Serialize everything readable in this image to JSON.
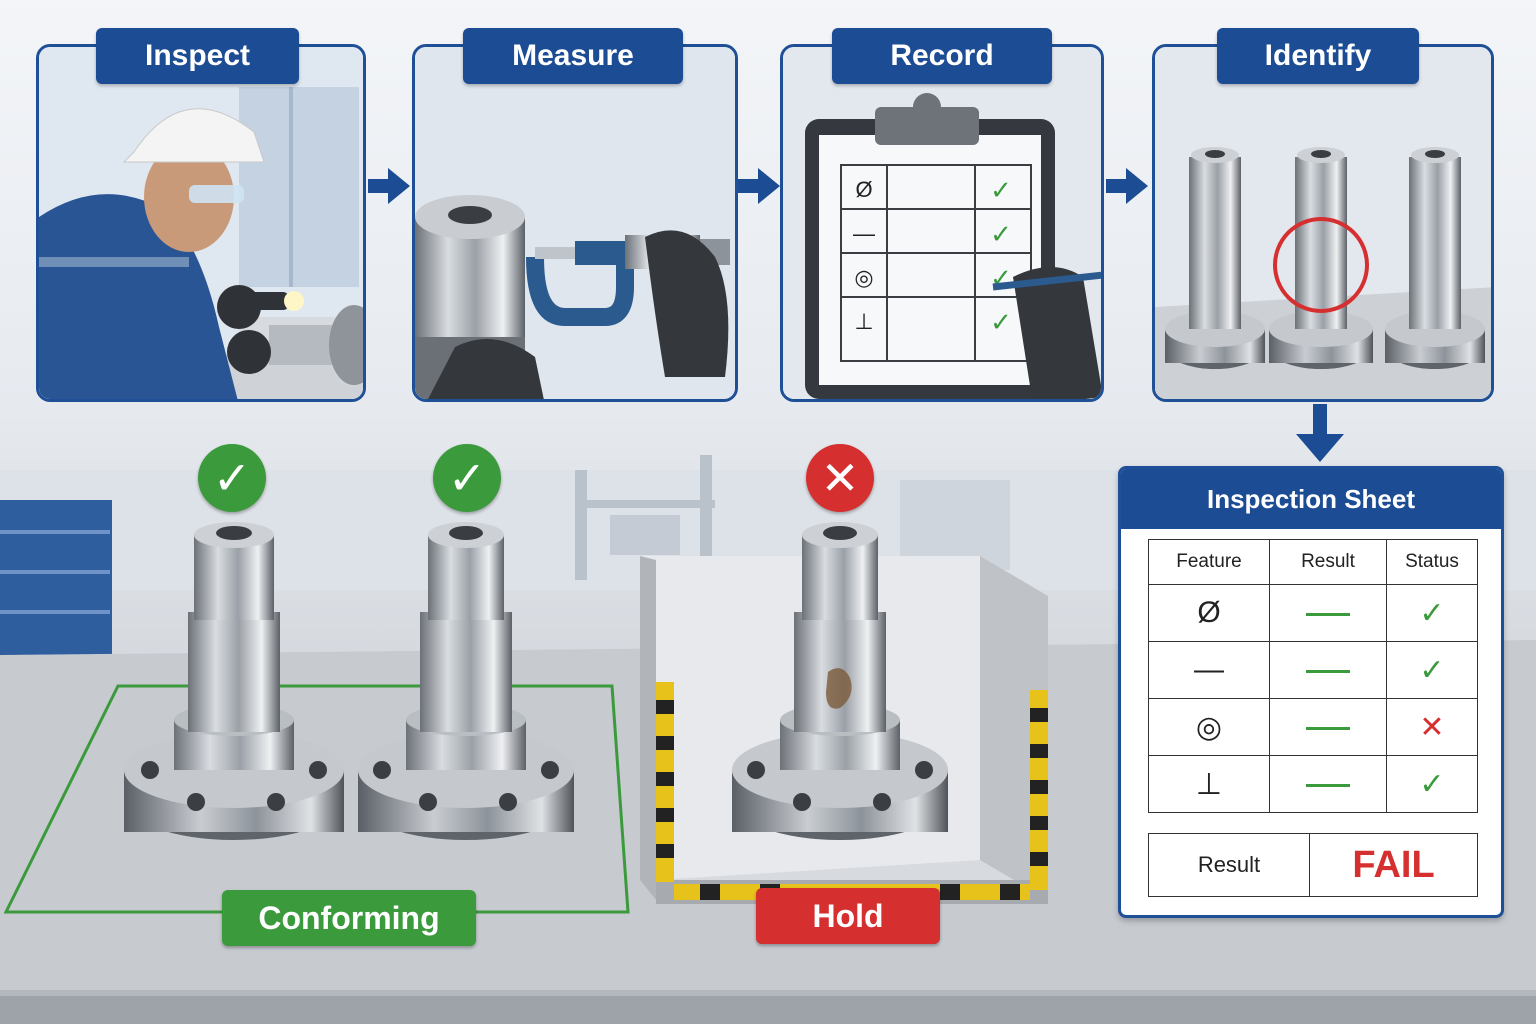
{
  "steps": [
    {
      "label": "Inspect"
    },
    {
      "label": "Measure"
    },
    {
      "label": "Record"
    },
    {
      "label": "Identify"
    }
  ],
  "parts": {
    "conforming_label": "Conforming",
    "hold_label": "Hold",
    "badges": [
      {
        "status": "pass",
        "glyph": "✓"
      },
      {
        "status": "pass",
        "glyph": "✓"
      },
      {
        "status": "fail",
        "glyph": "✕"
      }
    ]
  },
  "sheet": {
    "title": "Inspection Sheet",
    "columns": [
      "Feature",
      "Result",
      "Status"
    ],
    "rows": [
      {
        "feature": "Ø",
        "status": "✓",
        "status_type": "pass"
      },
      {
        "feature": "—",
        "status": "✓",
        "status_type": "pass"
      },
      {
        "feature": "◎",
        "status": "✕",
        "status_type": "fail"
      },
      {
        "feature": "⊥",
        "status": "✓",
        "status_type": "pass"
      }
    ],
    "result_label": "Result",
    "result_value": "FAIL"
  },
  "colors": {
    "brand_blue": "#1c4c94",
    "pass_green": "#3a9a3c",
    "fail_red": "#d62f2f",
    "hazard_yellow": "#e6c21a"
  }
}
